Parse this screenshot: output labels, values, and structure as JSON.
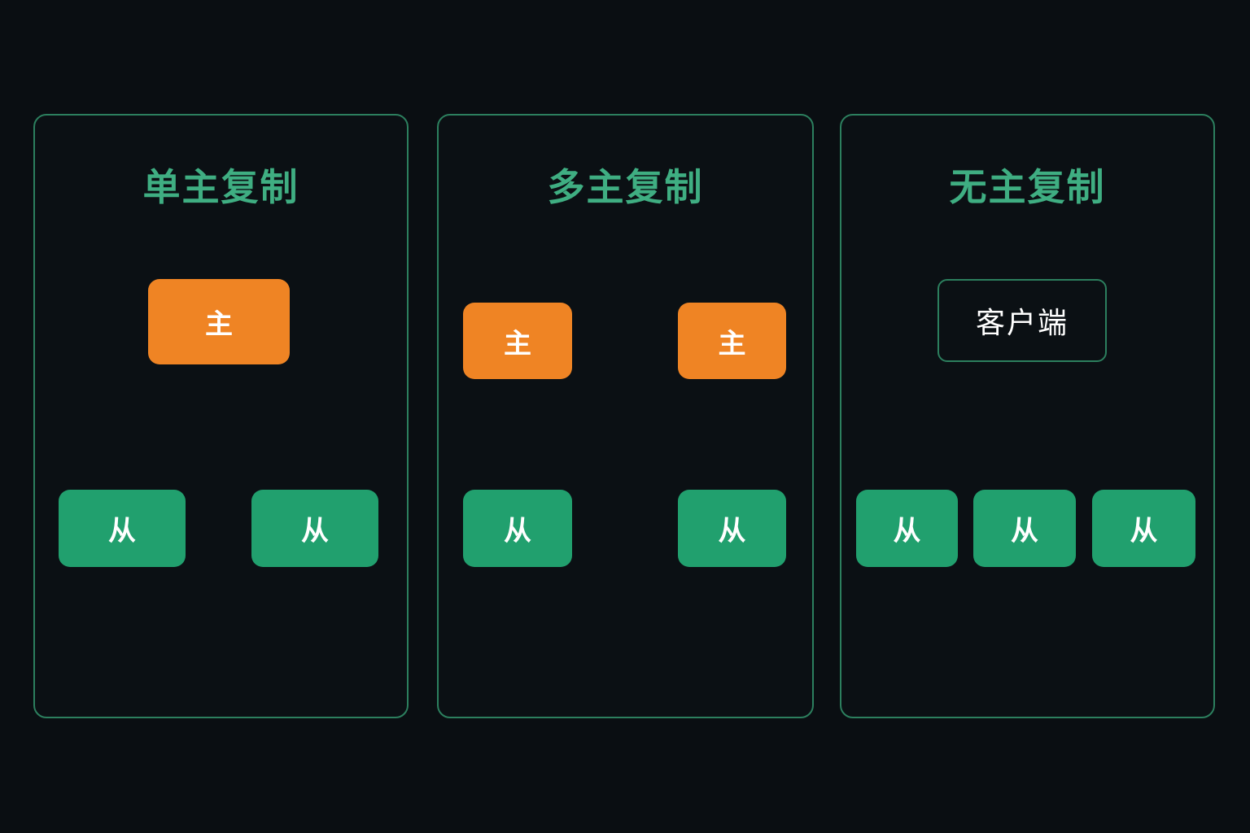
{
  "panels": [
    {
      "title": "单主复制",
      "primary_label": "主",
      "replica_label": "从"
    },
    {
      "title": "多主复制",
      "primary_label": "主",
      "replica_label": "从"
    },
    {
      "title": "无主复制",
      "client_label": "客户端",
      "replica_label": "从"
    }
  ],
  "colors": {
    "background": "#0a0e12",
    "panel_border": "#2c7f5e",
    "title": "#3fae82",
    "primary_node": "#ef8424",
    "replica_node": "#21a06e",
    "edge": "#4cbf92",
    "node_text": "#ffffff"
  }
}
